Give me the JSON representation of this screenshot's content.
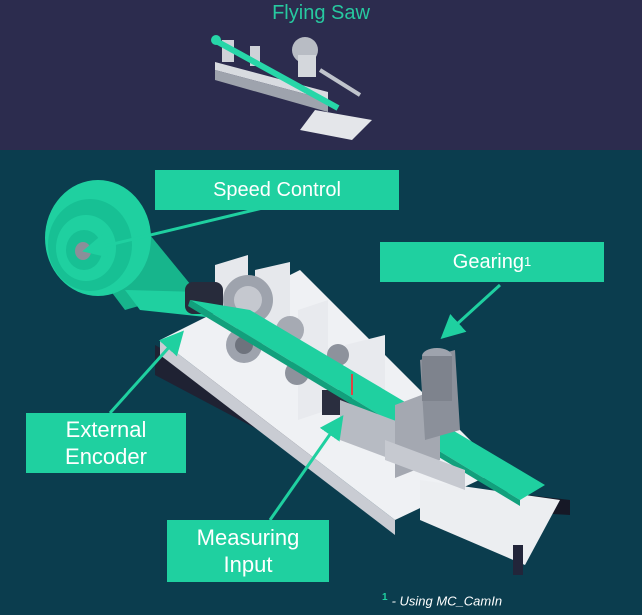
{
  "header": {
    "title": "Flying Saw"
  },
  "callouts": {
    "speed_control": "Speed Control",
    "gearing": "Gearing",
    "gearing_sup": "1",
    "external_encoder": "External Encoder",
    "measuring_input": "Measuring Input"
  },
  "footnote": {
    "marker": "1",
    "text": "- Using MC_CamIn"
  },
  "colors": {
    "top_background": "#2c2c4e",
    "bottom_background": "#0b3d4e",
    "accent": "#1fd0a0"
  }
}
